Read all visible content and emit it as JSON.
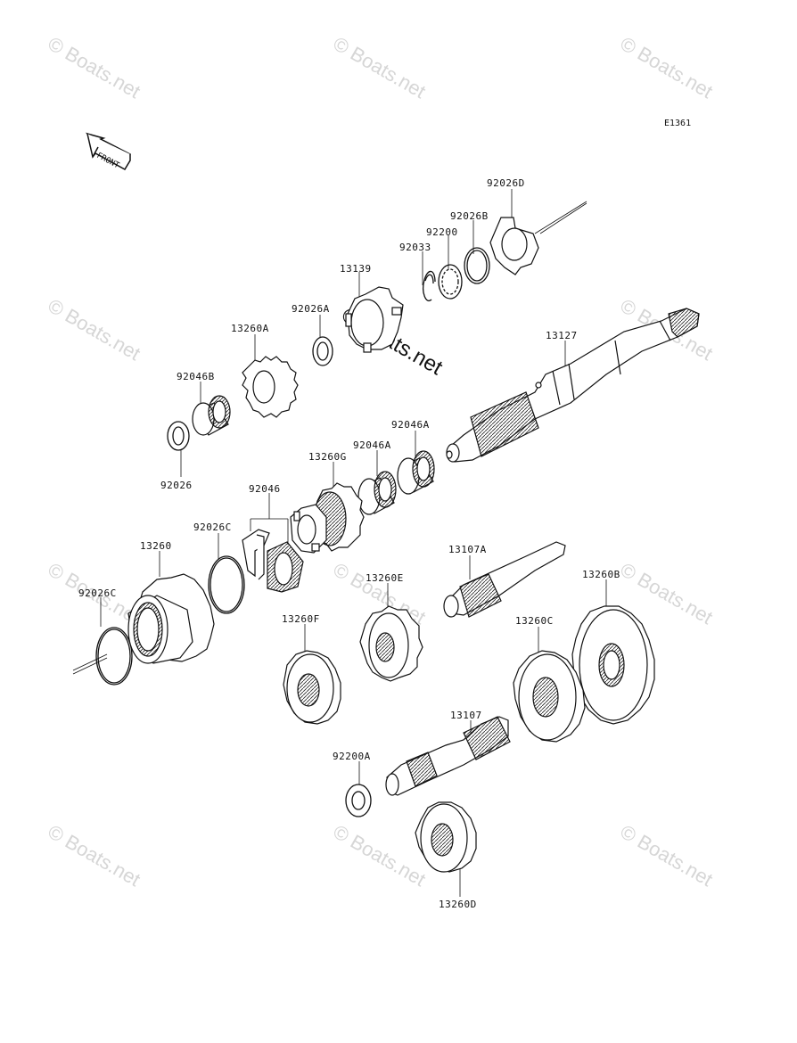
{
  "diagram": {
    "code": "E1361",
    "front_arrow_text": "FRONT",
    "watermark": "© Boats.net",
    "parts": {
      "p92026D": "92026D",
      "p92026B": "92026B",
      "p92200": "92200",
      "p92033": "92033",
      "p13139": "13139",
      "p92026A": "92026A",
      "p13260A": "13260A",
      "p92046B": "92046B",
      "p92026": "92026",
      "p13127": "13127",
      "p92046A_1": "92046A",
      "p92046A_2": "92046A",
      "p13260G": "13260G",
      "p92046": "92046",
      "p92026C_1": "92026C",
      "p13260": "13260",
      "p92026C_2": "92026C",
      "p13107A": "13107A",
      "p13260E": "13260E",
      "p13260B": "13260B",
      "p13260F": "13260F",
      "p13260C": "13260C",
      "p13107": "13107",
      "p92200A": "92200A",
      "p13260D": "13260D"
    }
  }
}
